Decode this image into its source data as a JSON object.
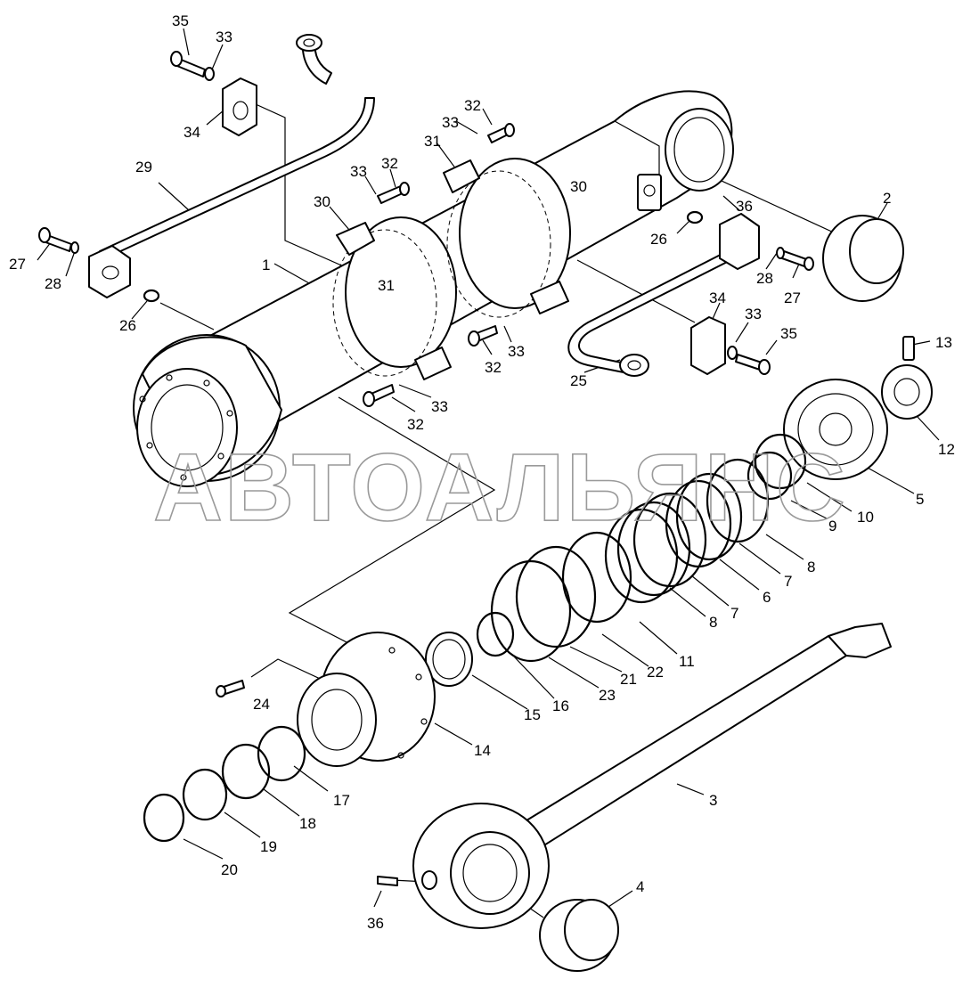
{
  "watermark": "АВТОАЛЬЯНС",
  "callouts": [
    {
      "id": "c35a",
      "text": "35"
    },
    {
      "id": "c33a",
      "text": "33"
    },
    {
      "id": "c34a",
      "text": "34"
    },
    {
      "id": "c29",
      "text": "29"
    },
    {
      "id": "c27a",
      "text": "27"
    },
    {
      "id": "c28a",
      "text": "28"
    },
    {
      "id": "c26a",
      "text": "26"
    },
    {
      "id": "c1",
      "text": "1"
    },
    {
      "id": "c30a",
      "text": "30"
    },
    {
      "id": "c33b",
      "text": "33"
    },
    {
      "id": "c32a",
      "text": "32"
    },
    {
      "id": "c31a",
      "text": "31"
    },
    {
      "id": "c31b",
      "text": "31"
    },
    {
      "id": "c33c",
      "text": "33"
    },
    {
      "id": "c32b",
      "text": "32"
    },
    {
      "id": "c30b",
      "text": "30"
    },
    {
      "id": "c2",
      "text": "2"
    },
    {
      "id": "c36a",
      "text": "36"
    },
    {
      "id": "c26b",
      "text": "26"
    },
    {
      "id": "c28b",
      "text": "28"
    },
    {
      "id": "c27b",
      "text": "27"
    },
    {
      "id": "c34b",
      "text": "34"
    },
    {
      "id": "c33d",
      "text": "33"
    },
    {
      "id": "c35b",
      "text": "35"
    },
    {
      "id": "c32c",
      "text": "32"
    },
    {
      "id": "c33e",
      "text": "33"
    },
    {
      "id": "c32d",
      "text": "32"
    },
    {
      "id": "c33f",
      "text": "33"
    },
    {
      "id": "c25",
      "text": "25"
    },
    {
      "id": "c13",
      "text": "13"
    },
    {
      "id": "c12",
      "text": "12"
    },
    {
      "id": "c5",
      "text": "5"
    },
    {
      "id": "c10",
      "text": "10"
    },
    {
      "id": "c9",
      "text": "9"
    },
    {
      "id": "c8a",
      "text": "8"
    },
    {
      "id": "c7a",
      "text": "7"
    },
    {
      "id": "c6",
      "text": "6"
    },
    {
      "id": "c7b",
      "text": "7"
    },
    {
      "id": "c8b",
      "text": "8"
    },
    {
      "id": "c11",
      "text": "11"
    },
    {
      "id": "c22",
      "text": "22"
    },
    {
      "id": "c21",
      "text": "21"
    },
    {
      "id": "c23",
      "text": "23"
    },
    {
      "id": "c16",
      "text": "16"
    },
    {
      "id": "c15",
      "text": "15"
    },
    {
      "id": "c14",
      "text": "14"
    },
    {
      "id": "c24",
      "text": "24"
    },
    {
      "id": "c17",
      "text": "17"
    },
    {
      "id": "c18",
      "text": "18"
    },
    {
      "id": "c19",
      "text": "19"
    },
    {
      "id": "c20",
      "text": "20"
    },
    {
      "id": "c3",
      "text": "3"
    },
    {
      "id": "c4",
      "text": "4"
    },
    {
      "id": "c36b",
      "text": "36"
    }
  ]
}
